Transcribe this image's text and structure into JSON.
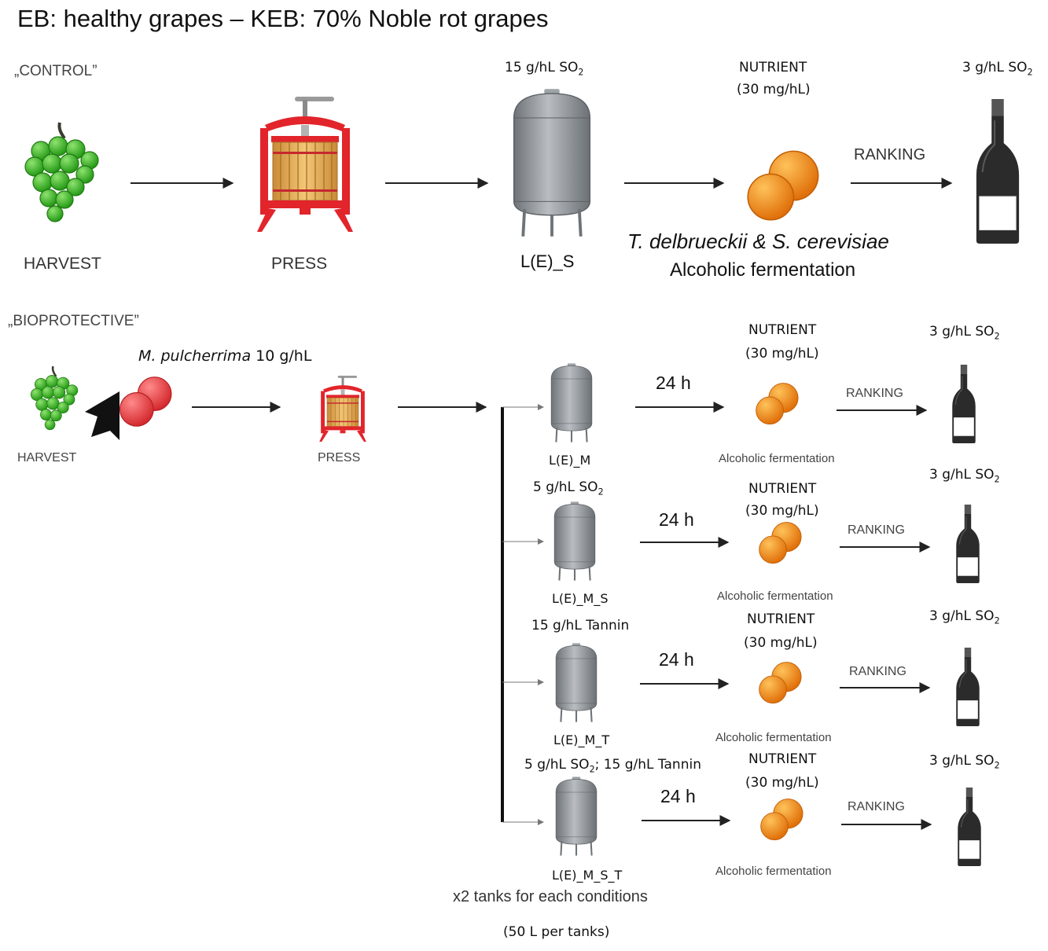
{
  "title": "EB: healthy grapes – KEB: 70% Noble rot grapes",
  "control": {
    "section_label": "„CONTROL”",
    "harvest_label": "HARVEST",
    "press_label": "PRESS",
    "tank_dose_prefix": "15 g/hL SO",
    "tank_dose_sub": "2",
    "tank_label": "L(E)_S",
    "nutrient_label": "NUTRIENT",
    "nutrient_dose": "(30 mg/hL)",
    "yeast_name": "T. delbrueckii & S. cerevisiae",
    "fermentation_label": "Alcoholic fermentation",
    "ranking_label": "RANKING",
    "bottle_dose_prefix": "3 g/hL SO",
    "bottle_dose_sub": "2"
  },
  "bioprotective": {
    "section_label": "„BIOPROTECTIVE”",
    "inoculum_species": "M. pulcherrima",
    "inoculum_dose": " 10 g/hL",
    "harvest_label": "HARVEST",
    "press_label": "PRESS",
    "branches": [
      {
        "pre_label": "",
        "tank_label": "L(E)_M",
        "time_label": "24 h",
        "nutrient_label": "NUTRIENT",
        "nutrient_dose": "(30 mg/hL)",
        "ranking_label": "RANKING",
        "fermentation_label": "Alcoholic fermentation",
        "bottle_dose_prefix": "3 g/hL SO",
        "bottle_dose_sub": "2"
      },
      {
        "pre_label_prefix": "5 g/hL SO",
        "pre_label_sub": "2",
        "tank_label": "L(E)_M_S",
        "time_label": "24 h",
        "nutrient_label": "NUTRIENT",
        "nutrient_dose": "(30 mg/hL)",
        "ranking_label": "RANKING",
        "fermentation_label": "Alcoholic fermentation",
        "bottle_dose_prefix": "3 g/hL SO",
        "bottle_dose_sub": "2"
      },
      {
        "pre_label": "15 g/hL Tannin",
        "tank_label": "L(E)_M_T",
        "time_label": "24 h",
        "nutrient_label": "NUTRIENT",
        "nutrient_dose": "(30 mg/hL)",
        "ranking_label": "RANKING",
        "fermentation_label": "Alcoholic fermentation",
        "bottle_dose_prefix": "3 g/hL SO",
        "bottle_dose_sub": "2"
      },
      {
        "pre_label_prefix": "5 g/hL SO",
        "pre_label_sub": "2",
        "pre_label_suffix": "; 15 g/hL Tannin",
        "tank_label": "L(E)_M_S_T",
        "time_label": "24 h",
        "nutrient_label": "NUTRIENT",
        "nutrient_dose": "(30 mg/hL)",
        "ranking_label": "RANKING",
        "fermentation_label": "Alcoholic fermentation",
        "bottle_dose_prefix": "3 g/hL SO",
        "bottle_dose_sub": "2"
      }
    ],
    "tanks_note": "x2 tanks for each conditions",
    "volume_note": "(50 L per tanks)"
  },
  "colors": {
    "grape": "#3dbb2a",
    "press_frame": "#e2242b",
    "press_barrel": "#e8b25a",
    "tank": "#8f9499",
    "yeast": "#f28c0f",
    "bioprotective_yeast": "#e8333a",
    "bottle": "#2b2b2b"
  }
}
